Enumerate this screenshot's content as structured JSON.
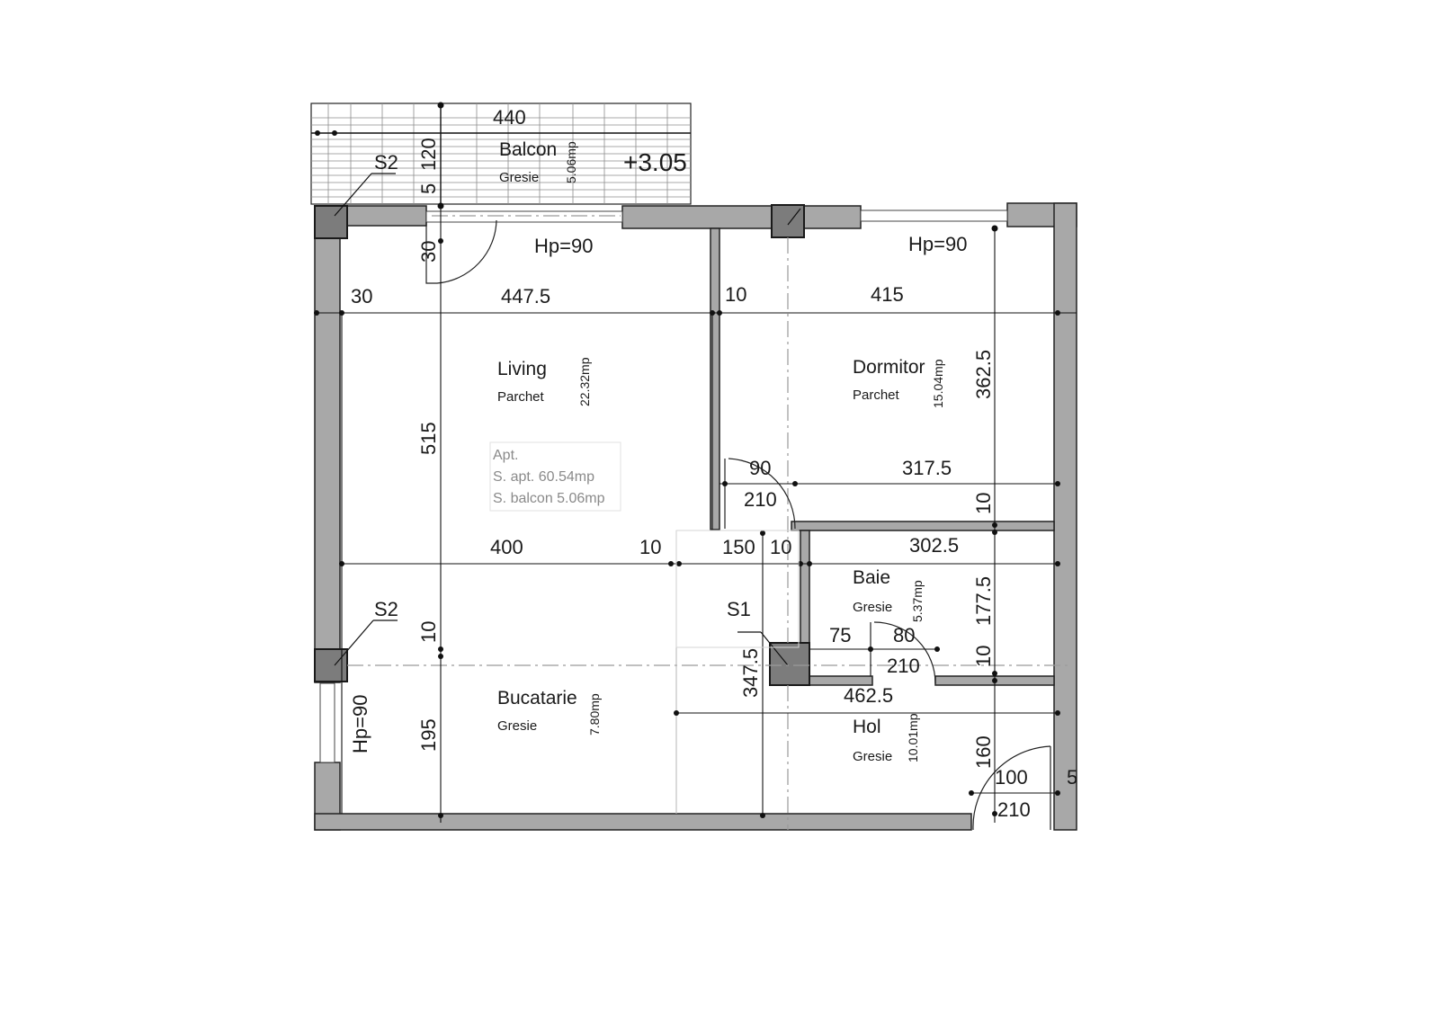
{
  "plan": {
    "level": "+3.05",
    "apartment_info": {
      "title": "Apt.",
      "area_apt": "S. apt. 60.54mp",
      "area_balcony": "S. balcon 5.06mp"
    },
    "rooms": [
      {
        "name": "Balcon",
        "floor": "Gresie",
        "area": "5.06mp"
      },
      {
        "name": "Living",
        "floor": "Parchet",
        "area": "22.32mp"
      },
      {
        "name": "Dormitor",
        "floor": "Parchet",
        "area": "15.04mp"
      },
      {
        "name": "Baie",
        "floor": "Gresie",
        "area": "5.37mp"
      },
      {
        "name": "Bucatarie",
        "floor": "Gresie",
        "area": "7.80mp"
      },
      {
        "name": "Hol",
        "floor": "Gresie",
        "area": "10.01mp"
      }
    ],
    "columns": [
      "S2",
      "S2",
      "S1"
    ],
    "window_heights": [
      "Hp=90",
      "Hp=90",
      "Hp=90"
    ],
    "dimensions": {
      "balcony_width": "440",
      "balcony_depth": "120",
      "balcony_offset": "5",
      "living_door_offset": "30",
      "living_left": "30",
      "living_width": "447.5",
      "living_height": "515",
      "dorm_left": "10",
      "dorm_width": "415",
      "dorm_height": "362.5",
      "dorm_door_w": "90",
      "dorm_door_h": "210",
      "dorm_inner": "317.5",
      "dorm_wall": "10",
      "kitchen_width": "400",
      "kitchen_wall": "10",
      "hall_a": "150",
      "hall_b": "10",
      "bath_width": "302.5",
      "bath_height": "177.5",
      "bath_wall": "10",
      "bath_left": "75",
      "bath_door_w": "80",
      "bath_door_h": "210",
      "kitchen_wall2": "10",
      "kitchen_height": "195",
      "hall_height": "347.5",
      "hall_width": "462.5",
      "hall_v": "160",
      "entry_door_w": "100",
      "entry_door_h": "210",
      "edge_cut": "5"
    }
  }
}
